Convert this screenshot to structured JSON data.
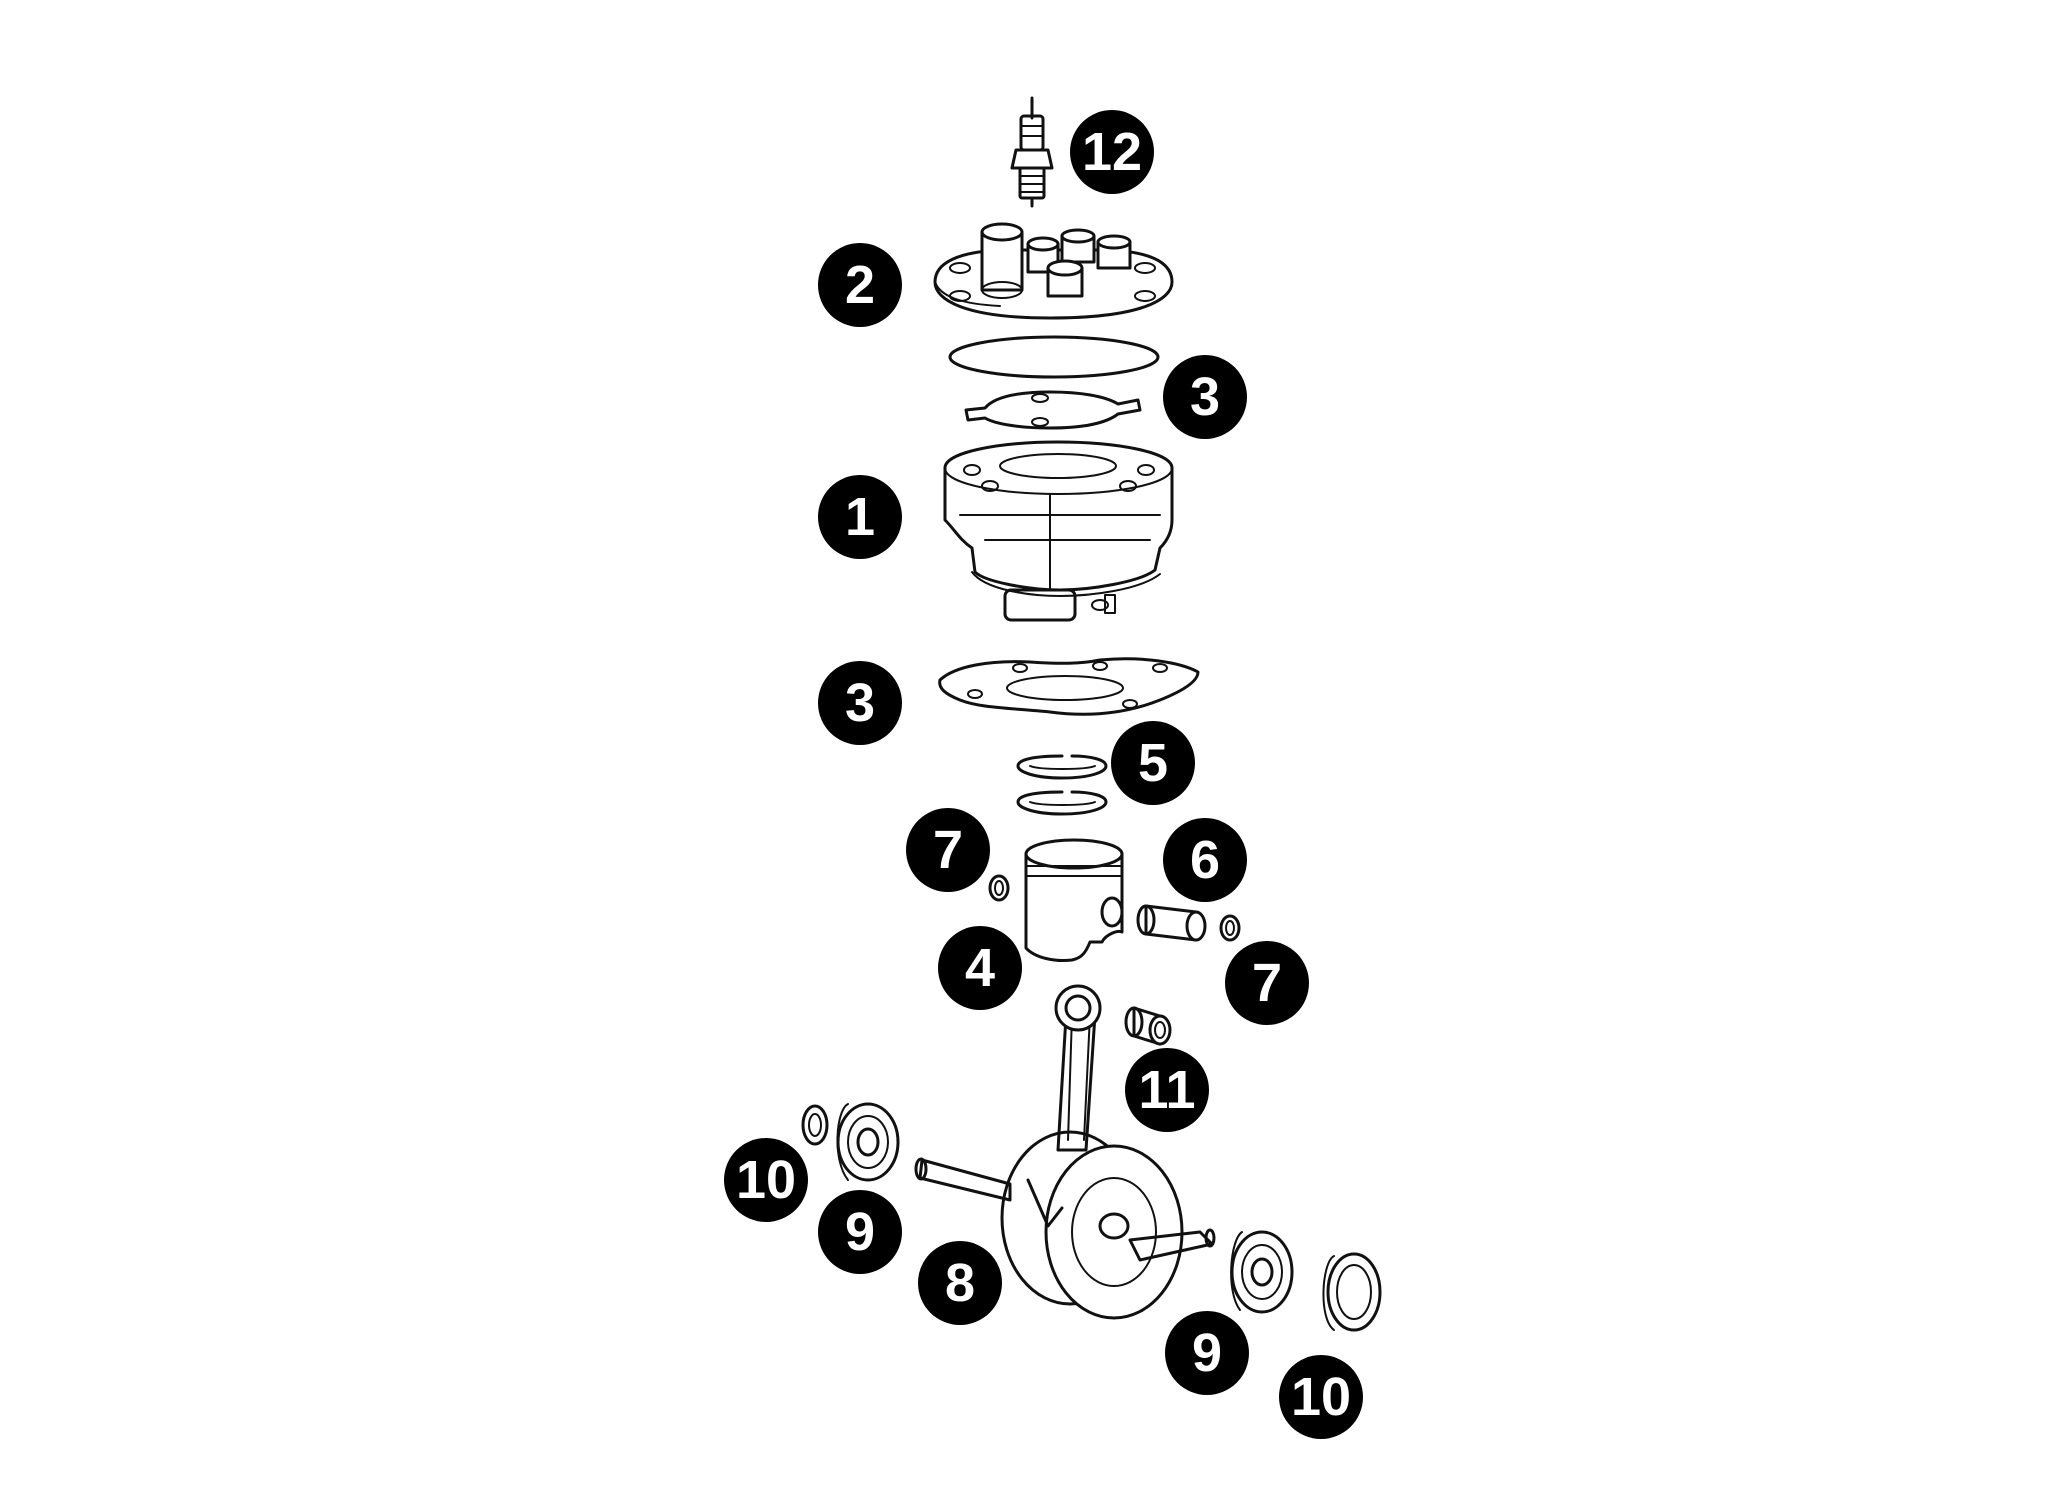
{
  "diagram": {
    "callouts": [
      {
        "id": "c12",
        "label": "12"
      },
      {
        "id": "c2",
        "label": "2"
      },
      {
        "id": "c3a",
        "label": "3"
      },
      {
        "id": "c1",
        "label": "1"
      },
      {
        "id": "c3b",
        "label": "3"
      },
      {
        "id": "c5",
        "label": "5"
      },
      {
        "id": "c7a",
        "label": "7"
      },
      {
        "id": "c6",
        "label": "6"
      },
      {
        "id": "c4",
        "label": "4"
      },
      {
        "id": "c7b",
        "label": "7"
      },
      {
        "id": "c11",
        "label": "11"
      },
      {
        "id": "c10a",
        "label": "10"
      },
      {
        "id": "c9a",
        "label": "9"
      },
      {
        "id": "c8",
        "label": "8"
      },
      {
        "id": "c9b",
        "label": "9"
      },
      {
        "id": "c10b",
        "label": "10"
      }
    ],
    "colors": {
      "callout_fill": "#000000",
      "callout_text": "#ffffff",
      "line": "#111111"
    }
  }
}
